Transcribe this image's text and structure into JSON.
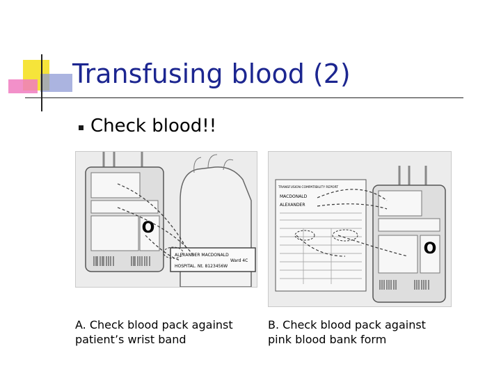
{
  "slide": {
    "title": "Transfusing blood (2)",
    "bullet": "Check blood!!"
  },
  "figure_a": {
    "caption_line1": "A. Check blood pack against",
    "caption_line2": "patient’s wrist band",
    "label_blood_group": "O",
    "label_patient_name": "ALEXANDER MACDONALD",
    "label_hospital": "HOSPITAL. Nt. 8123456W",
    "label_ward": "Ward 4C"
  },
  "figure_b": {
    "caption_line1": "B. Check blood pack against",
    "caption_line2": "pink blood bank form",
    "label_blood_group": "O",
    "label_form_title": "TRANSFUSION COMPATIBILITY REPORT",
    "label_patient_name": "ALEXANDER",
    "label_surname": "MACDONALD"
  },
  "colors": {
    "title": "#1c2690",
    "deco_yellow": "#f6e43a",
    "deco_pink": "#f07cc0",
    "deco_blue": "#8f9bd6"
  }
}
